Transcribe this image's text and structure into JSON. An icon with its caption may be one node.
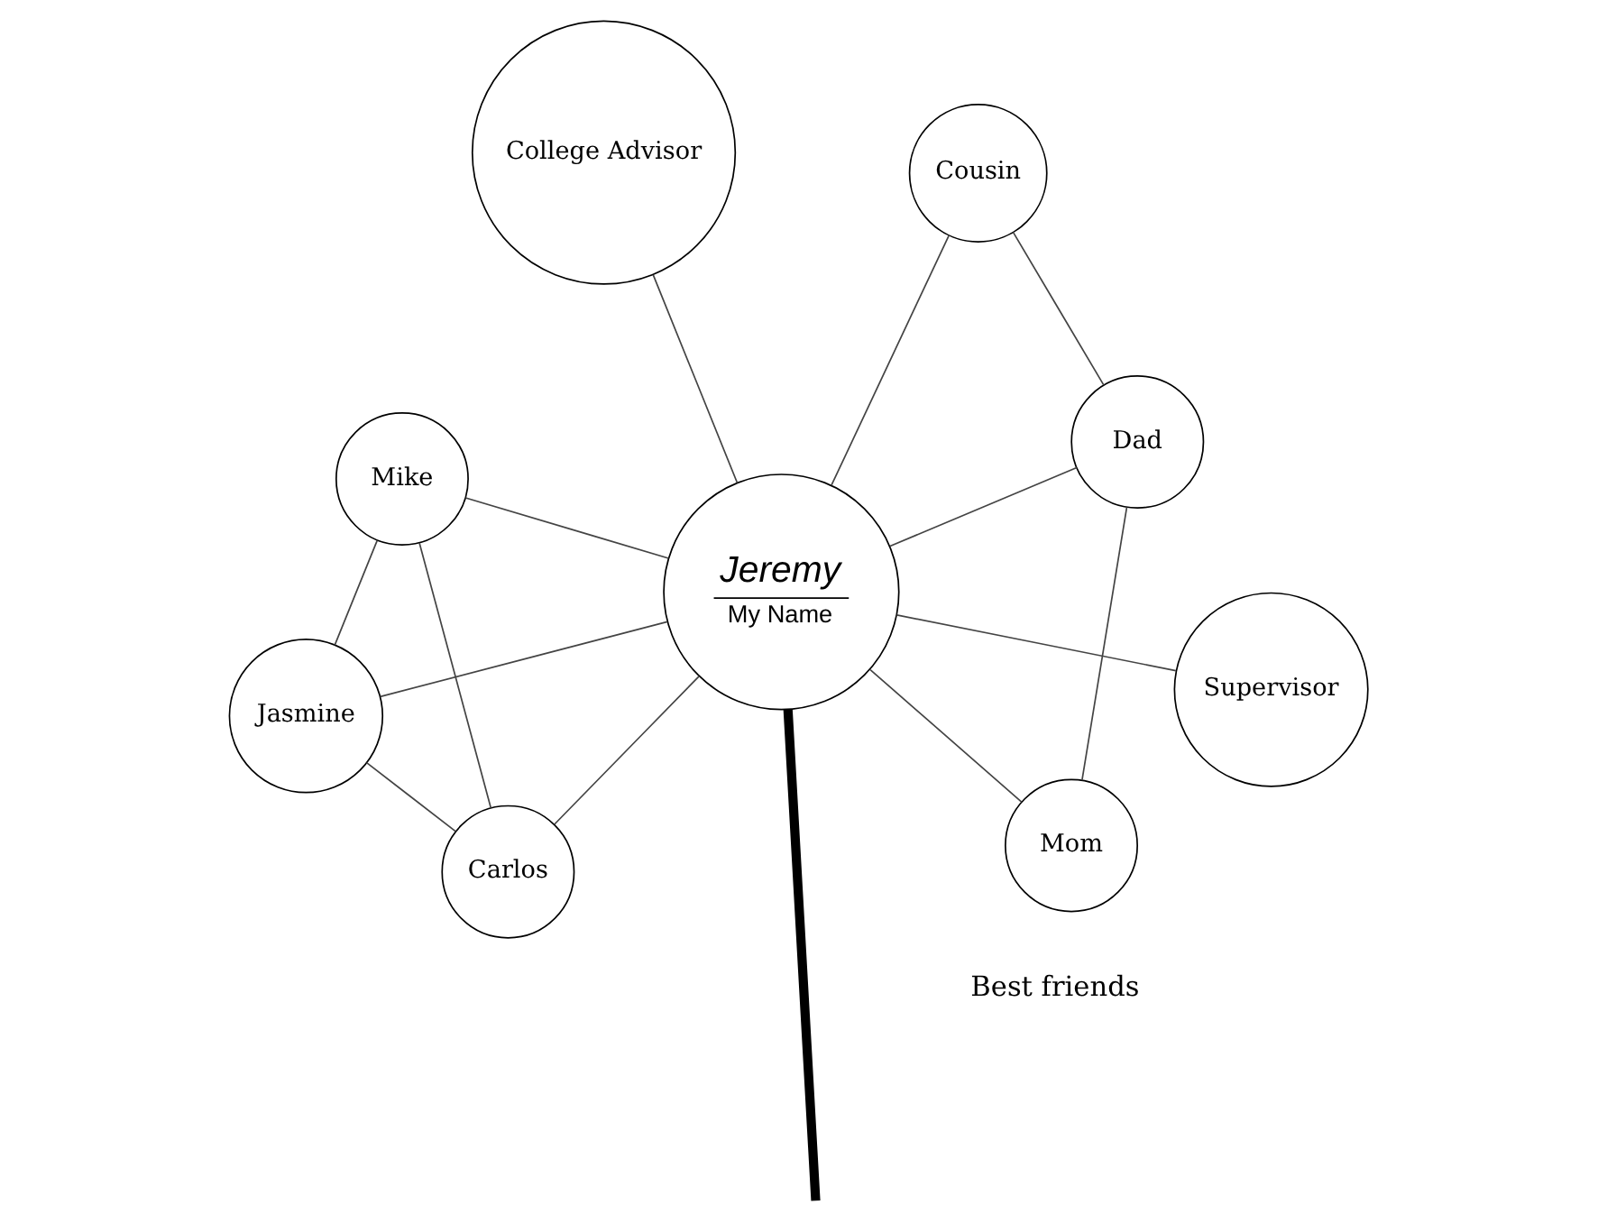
{
  "diagram": {
    "nodes": [
      {
        "text": [
          "Dad"
        ]
      },
      {
        "text": [
          "Cousin"
        ]
      },
      {
        "text": [
          "Mom"
        ]
      },
      {
        "text": [
          "College Advisor"
        ]
      },
      {
        "text": [
          "Jeremy",
          "My Name"
        ]
      },
      {
        "text": [
          "Mike"
        ]
      },
      {
        "text": [
          "Jasmine"
        ]
      },
      {
        "text": [
          "Supervisor"
        ]
      },
      {
        "text": [
          "Carlos"
        ]
      }
    ],
    "edges": [
      {
        "from": 1,
        "to": 0,
        "arrow": "none"
      },
      {
        "from": 0,
        "to": 2,
        "arrow": "none"
      },
      {
        "from": 0,
        "to": 4,
        "arrow": "none"
      },
      {
        "from": 2,
        "to": 4,
        "arrow": "none"
      },
      {
        "from": 1,
        "to": 4,
        "arrow": "none"
      },
      {
        "from": 3,
        "to": 4,
        "arrow": "none"
      },
      {
        "from": 5,
        "to": 4,
        "arrow": "none"
      },
      {
        "from": 6,
        "to": 4,
        "arrow": "none"
      },
      {
        "from": 8,
        "to": 4,
        "arrow": "none"
      },
      {
        "from": 5,
        "to": 6,
        "arrow": "none"
      },
      {
        "from": 5,
        "to": 8,
        "arrow": "none"
      },
      {
        "from": 6,
        "to": 8,
        "arrow": "none"
      },
      {
        "from": 4,
        "to": 7,
        "arrow": "none"
      },
      {
        "from": 4,
        "to": null,
        "arrow": "none",
        "style": "thick"
      }
    ],
    "labels": [
      "Best friends"
    ]
  }
}
